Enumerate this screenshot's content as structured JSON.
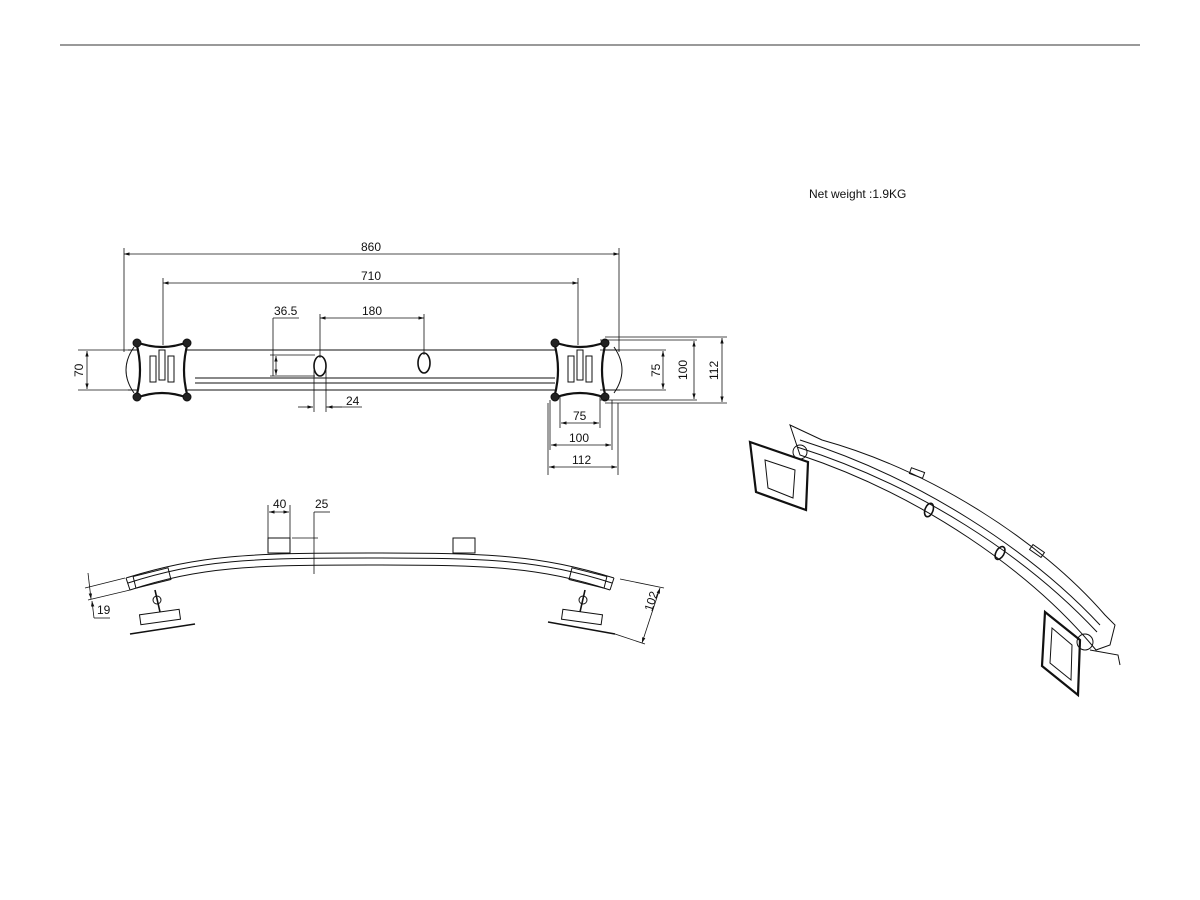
{
  "note": {
    "net_weight": "Net weight :1.9KG"
  },
  "top_view": {
    "dimensions": {
      "overall_width": "860",
      "mount_spacing": "710",
      "hole_spacing": "180",
      "hole_offset": "36.5",
      "hole_width": "24",
      "bar_height": "70",
      "vesa_75_vertical": "75",
      "vesa_100_vertical": "100",
      "plate_112_vertical": "112",
      "vesa_75_horizontal": "75",
      "vesa_100_horizontal": "100",
      "plate_112_horizontal": "112"
    }
  },
  "side_view": {
    "dimensions": {
      "clamp_width": "40",
      "bar_thickness": "25",
      "end_thickness": "19",
      "end_drop": "102"
    }
  }
}
